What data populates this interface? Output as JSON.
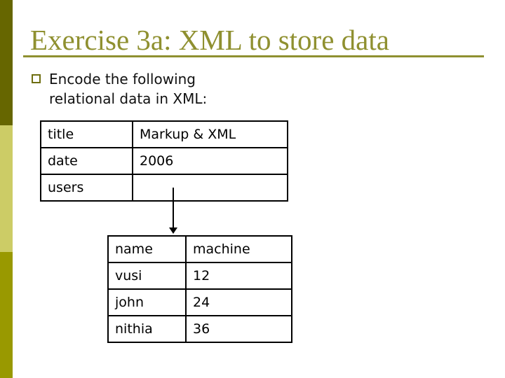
{
  "slide": {
    "title": "Exercise 3a: XML to store data",
    "bullet_lines": [
      "Encode the following",
      "relational data in XML:"
    ],
    "record_table": {
      "rows": [
        [
          "title",
          "Markup & XML"
        ],
        [
          "date",
          "2006"
        ],
        [
          "users",
          ""
        ]
      ]
    },
    "users_table": {
      "headers": [
        "name",
        "machine"
      ],
      "rows": [
        [
          "vusi",
          "12"
        ],
        [
          "john",
          "24"
        ],
        [
          "nithia",
          "36"
        ]
      ]
    }
  },
  "icons": {
    "bullet": "hollow-square-bullet",
    "connector": "down-arrow"
  },
  "colors": {
    "title-olive": "#8F9030",
    "sidebar-dark": "#666600",
    "sidebar-light": "#CCCC66",
    "sidebar-medium": "#999900",
    "header-green": "#99CC00",
    "bullet-olive": "#6E6E10",
    "border-black": "#000000"
  }
}
